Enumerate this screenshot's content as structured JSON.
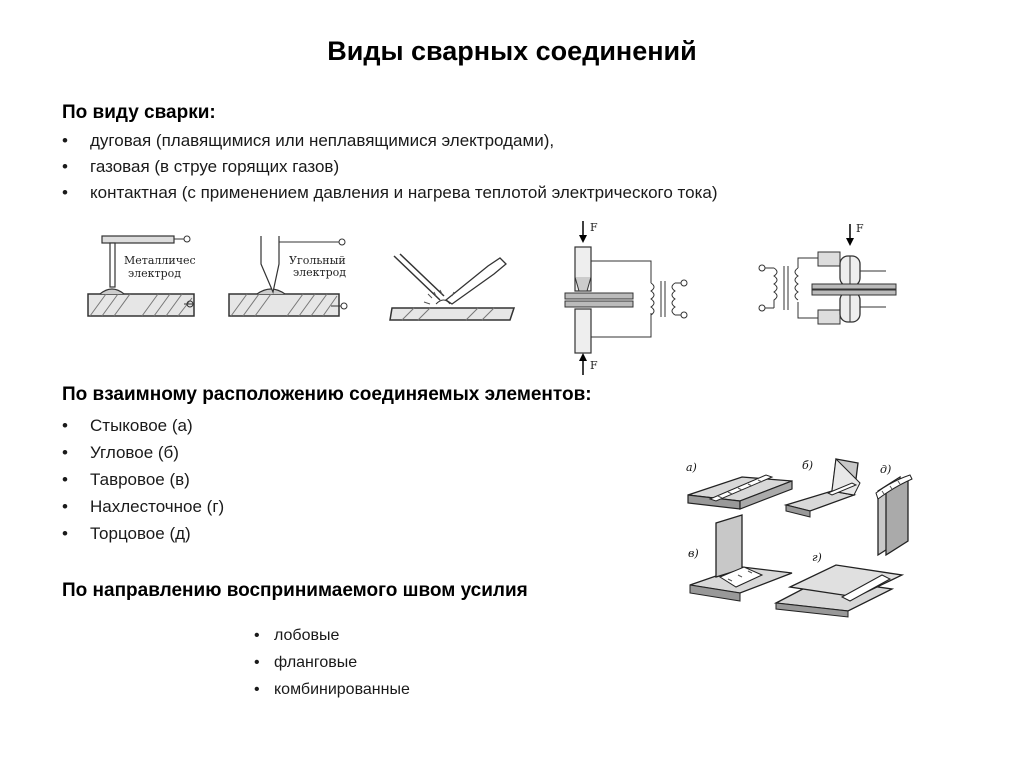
{
  "title": "Виды сварных соединений",
  "welding_types": {
    "heading": "По виду сварки:",
    "items": [
      "дуговая (плавящимися или неплавящимися электродами),",
      "газовая (в струе горящих газов)",
      "контактная (с применением давления и нагрева теплотой электрического тока)"
    ]
  },
  "welding_figures": {
    "metal_electrode_label": [
      "Металлический",
      "электрод"
    ],
    "carbon_electrode_label": [
      "Угольный",
      "электрод"
    ],
    "force_label": "F"
  },
  "arrangement": {
    "heading": "По взаимному расположению соединяемых элементов:",
    "items": [
      "Стыковое (а)",
      "Угловое (б)",
      "Тавровое (в)",
      "Нахлесточное (г)",
      "Торцовое (д)"
    ]
  },
  "joint_figures": {
    "labels": [
      "а)",
      "б)",
      "д)",
      "в)",
      "г)"
    ]
  },
  "force_direction": {
    "heading": "По направлению воспринимаемого швом усилия",
    "items": [
      "лобовые",
      "фланговые",
      "комбинированные"
    ]
  }
}
